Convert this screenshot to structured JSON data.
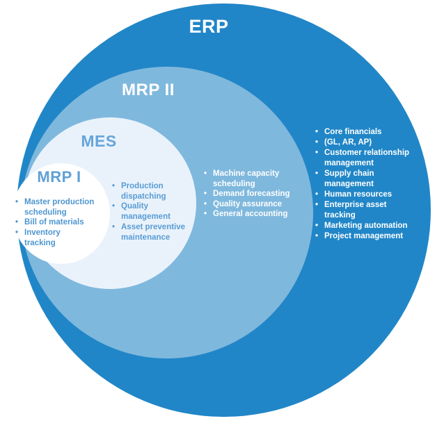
{
  "rings": {
    "erp": {
      "label": "ERP",
      "fill": "#2186C7",
      "text_color": "#FFFFFF",
      "items": [
        "Core financials",
        "(GL, AR, AP)",
        "Customer relationship\nmanagement",
        "Supply chain\nmanagement",
        "Human resources",
        "Enterprise asset\ntracking",
        "Marketing automation",
        "Project management"
      ]
    },
    "mrp2": {
      "label": "MRP II",
      "fill": "#7FB8DD",
      "text_color": "#FFFFFF",
      "items": [
        "Machine capacity\nscheduling",
        "Demand forecasting",
        "Quality assurance",
        "General accounting"
      ]
    },
    "mes": {
      "label": "MES",
      "fill": "#E9F2FB",
      "label_color": "#66A5DA",
      "text_color": "#5A9CD4",
      "items": [
        "Production\ndispatching",
        "Quality\nmanagement",
        "Asset preventive\nmaintenance"
      ]
    },
    "mrp1": {
      "label": "MRP I",
      "fill": "#FFFFFF",
      "label_color": "#5FA0D6",
      "text_color": "#4E96D0",
      "items": [
        "Master production\nscheduling",
        "Bill of materials",
        "Inventory\ntracking"
      ]
    }
  }
}
